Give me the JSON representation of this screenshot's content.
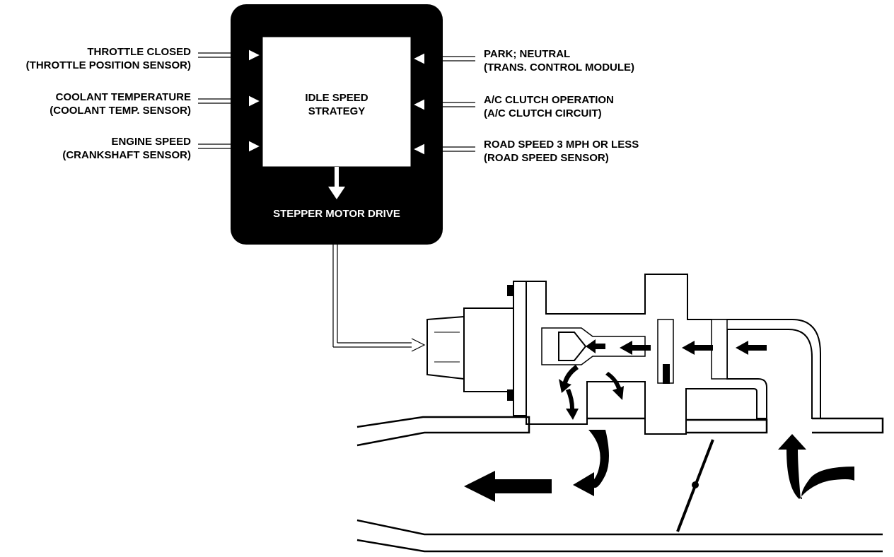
{
  "controller": {
    "strategy_line1": "IDLE SPEED",
    "strategy_line2": "STRATEGY",
    "output": "STEPPER MOTOR DRIVE"
  },
  "inputs_left": [
    {
      "line1": "THROTTLE CLOSED",
      "line2": "(THROTTLE POSITION SENSOR)"
    },
    {
      "line1": "COOLANT TEMPERATURE",
      "line2": "(COOLANT TEMP. SENSOR)"
    },
    {
      "line1": "ENGINE SPEED",
      "line2": "(CRANKSHAFT SENSOR)"
    }
  ],
  "inputs_right": [
    {
      "line1": "PARK; NEUTRAL",
      "line2": "(TRANS. CONTROL MODULE)"
    },
    {
      "line1": "A/C CLUTCH OPERATION",
      "line2": "(A/C CLUTCH CIRCUIT)"
    },
    {
      "line1": "ROAD SPEED 3 MPH OR LESS",
      "line2": "(ROAD SPEED SENSOR)"
    }
  ]
}
